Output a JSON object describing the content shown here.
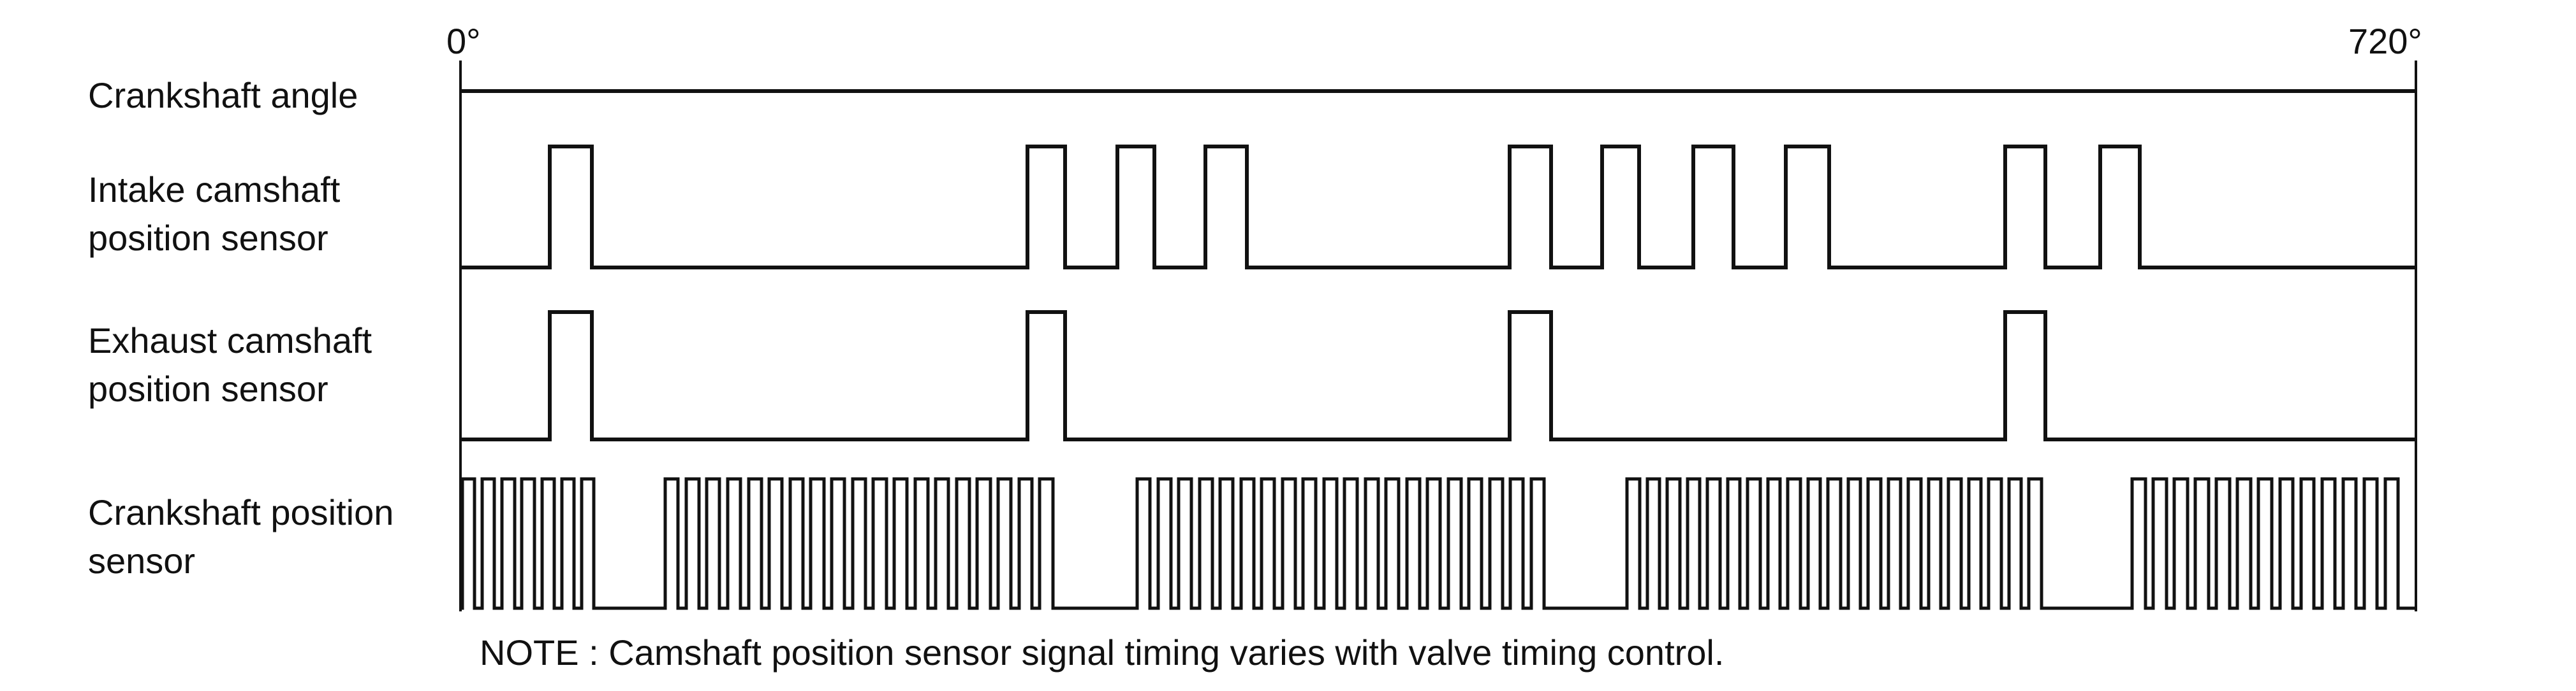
{
  "diagram": {
    "start_angle": "0°",
    "end_angle": "720°",
    "rows": [
      {
        "id": "crank-angle",
        "label_lines": [
          "Crankshaft angle"
        ]
      },
      {
        "id": "intake-cam",
        "label_lines": [
          "Intake camshaft",
          "position sensor"
        ]
      },
      {
        "id": "exhaust-cam",
        "label_lines": [
          "Exhaust camshaft",
          "position sensor"
        ]
      },
      {
        "id": "crank-sensor",
        "label_lines": [
          "Crankshaft position",
          "sensor"
        ]
      }
    ],
    "note": "NOTE : Camshaft position sensor signal timing varies with valve timing control."
  }
}
